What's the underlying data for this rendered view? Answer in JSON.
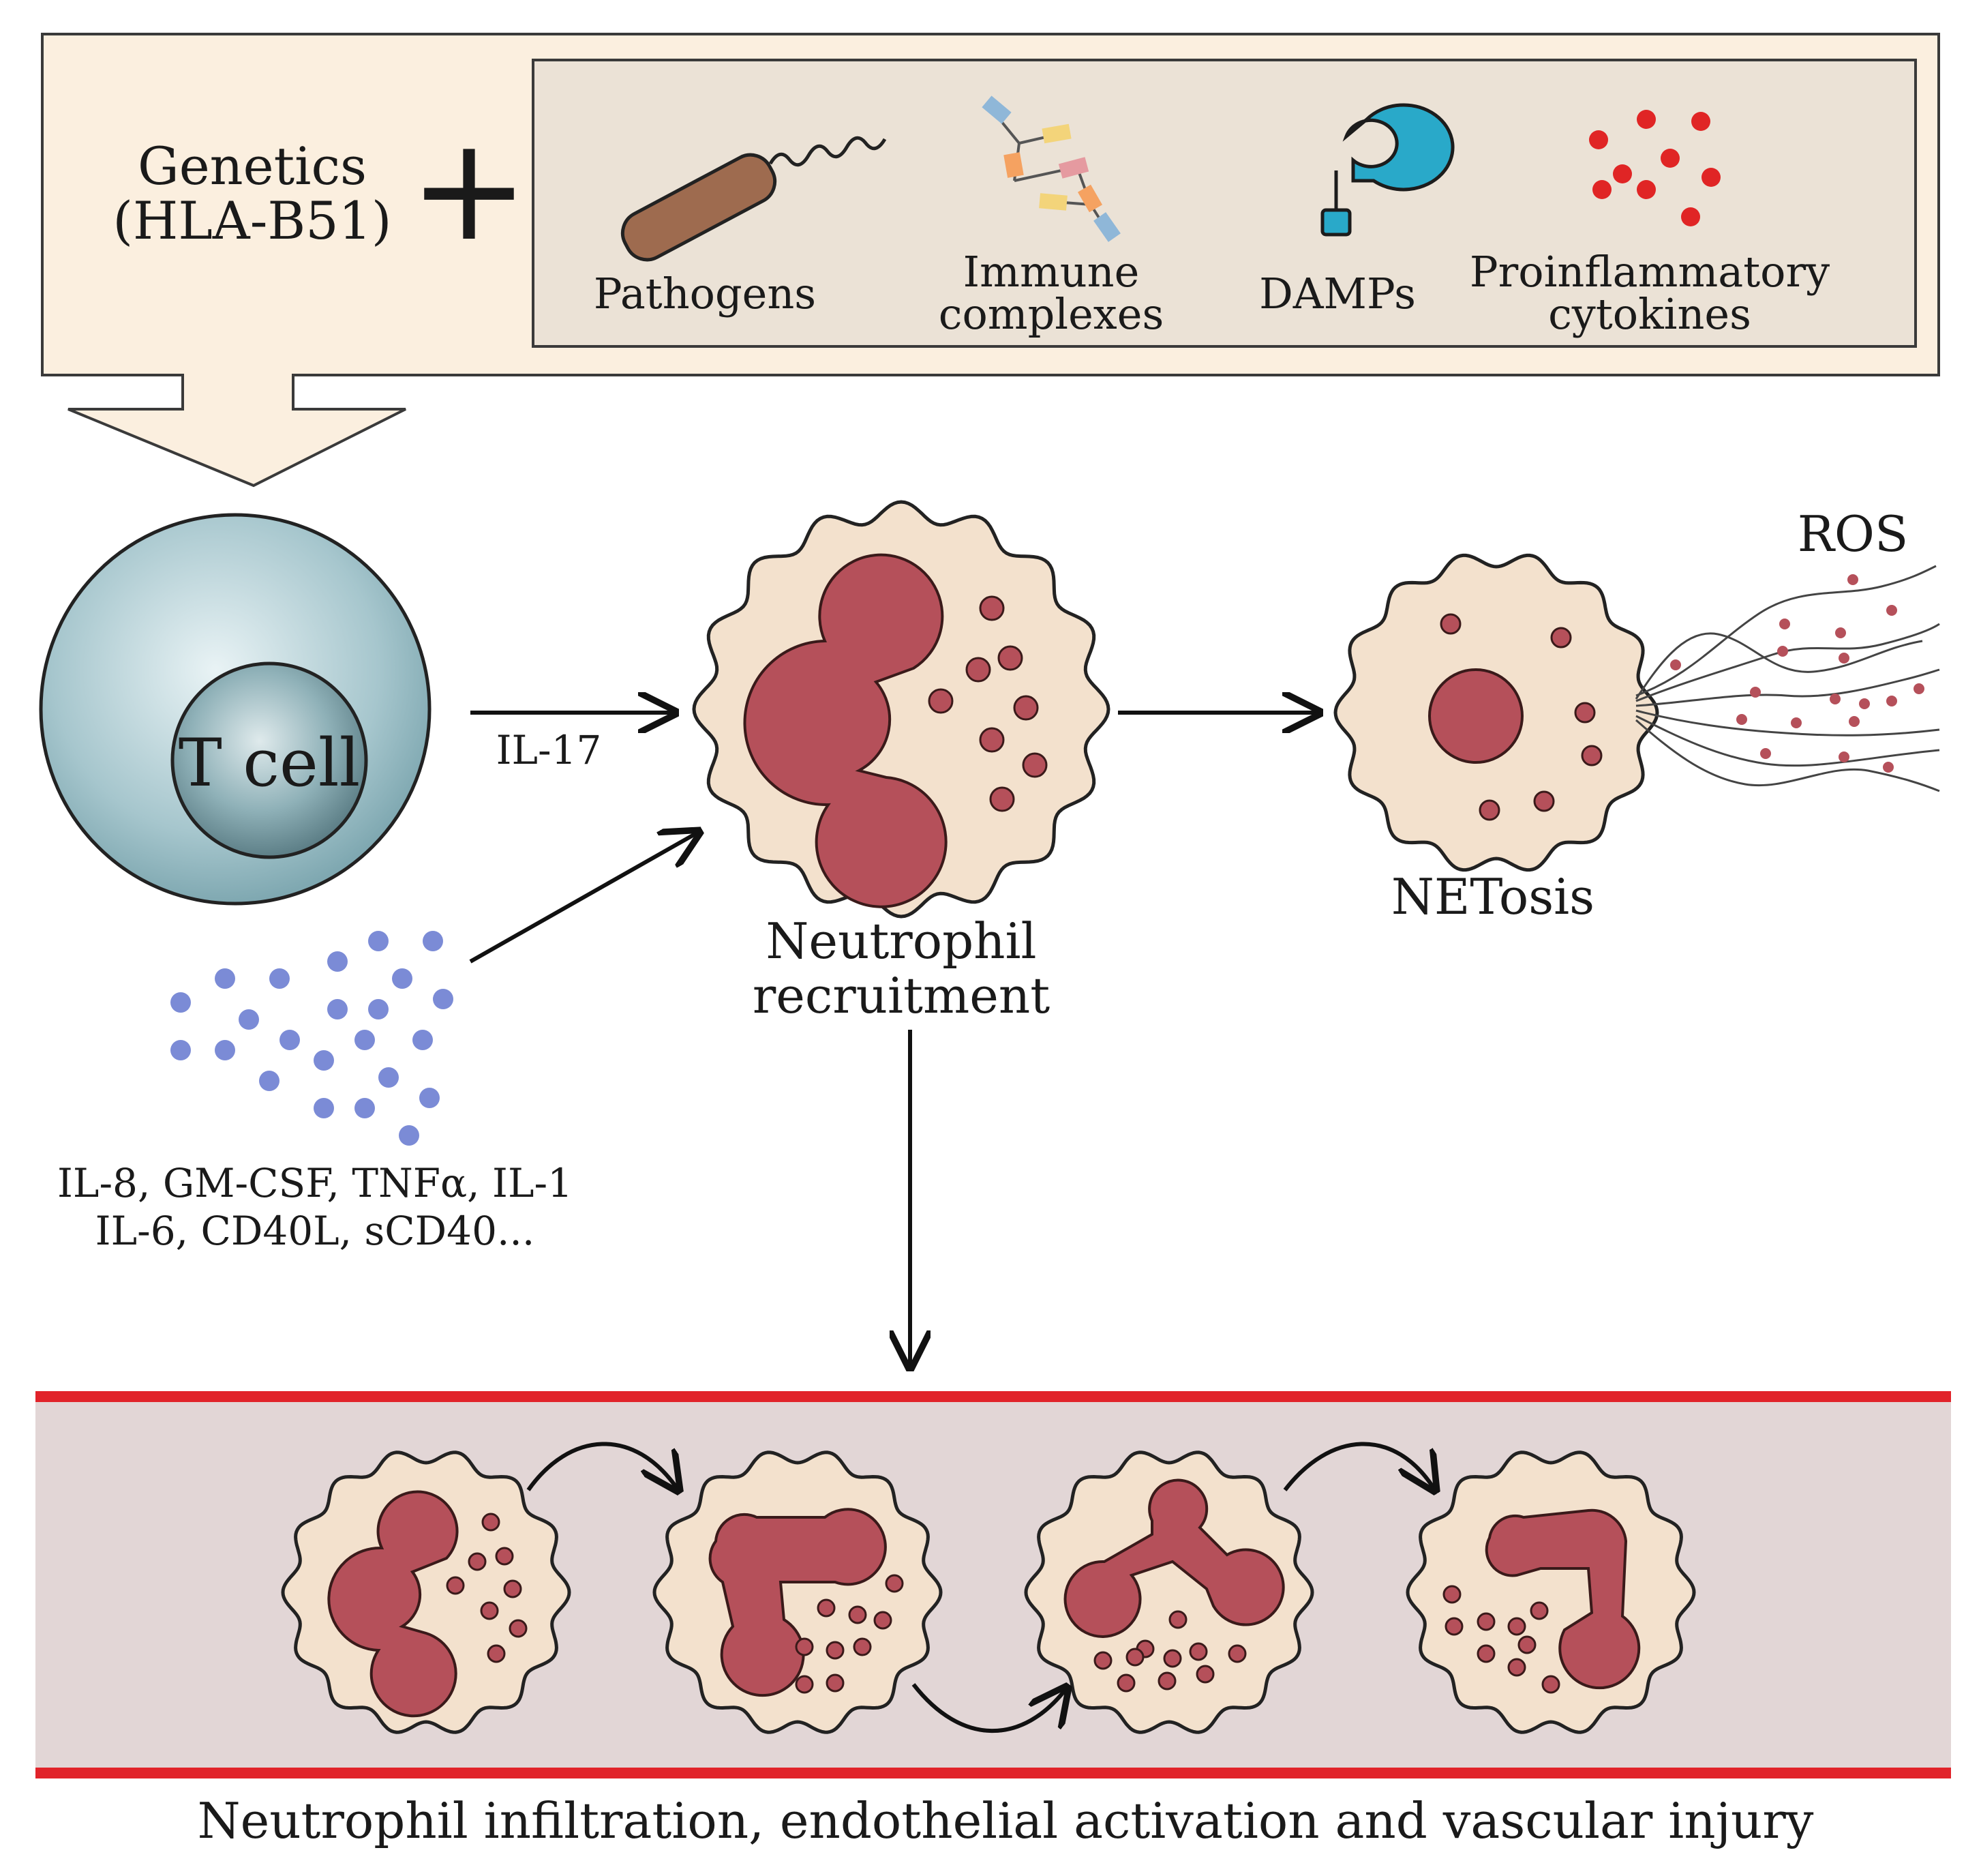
{
  "header": {
    "genetics_line1": "Genetics",
    "genetics_line2": "(HLA-B51)",
    "plus": "+",
    "triggers": [
      {
        "line1": "Pathogens",
        "line2": ""
      },
      {
        "line1": "Immune",
        "line2": "complexes"
      },
      {
        "line1": "DAMPs",
        "line2": ""
      },
      {
        "line1": "Proinflammatory",
        "line2": "cytokines"
      }
    ]
  },
  "cells": {
    "t_cell": "T cell",
    "il17": "IL-17",
    "cytokines_line1": "IL-8, GM-CSF, TNFα, IL-1",
    "cytokines_line2": "IL-6, CD40L, sCD40...",
    "recruitment_line1": "Neutrophil",
    "recruitment_line2": "recruitment",
    "netosis": "NETosis",
    "ros": "ROS"
  },
  "vessel": {
    "caption": "Neutrophil infiltration, endothelial activation and vascular injury"
  },
  "colors": {
    "panel_fill": "#fbefdf",
    "inner_panel_fill": "#ebe2d6",
    "cell_fill": "#f3e1cd",
    "nucleus": "#b5505a",
    "granule": "#b5505a",
    "tcell_outer": "#7fa8b1",
    "tcell_inner": "#5d7f87",
    "cytokine_dot": "#7b8bd6",
    "red_dot": "#e02525",
    "vessel_fill": "#e2d6d6",
    "vessel_wall": "#e1232a",
    "pathogen": "#9e6b4f",
    "damp": "#29a9c9"
  }
}
